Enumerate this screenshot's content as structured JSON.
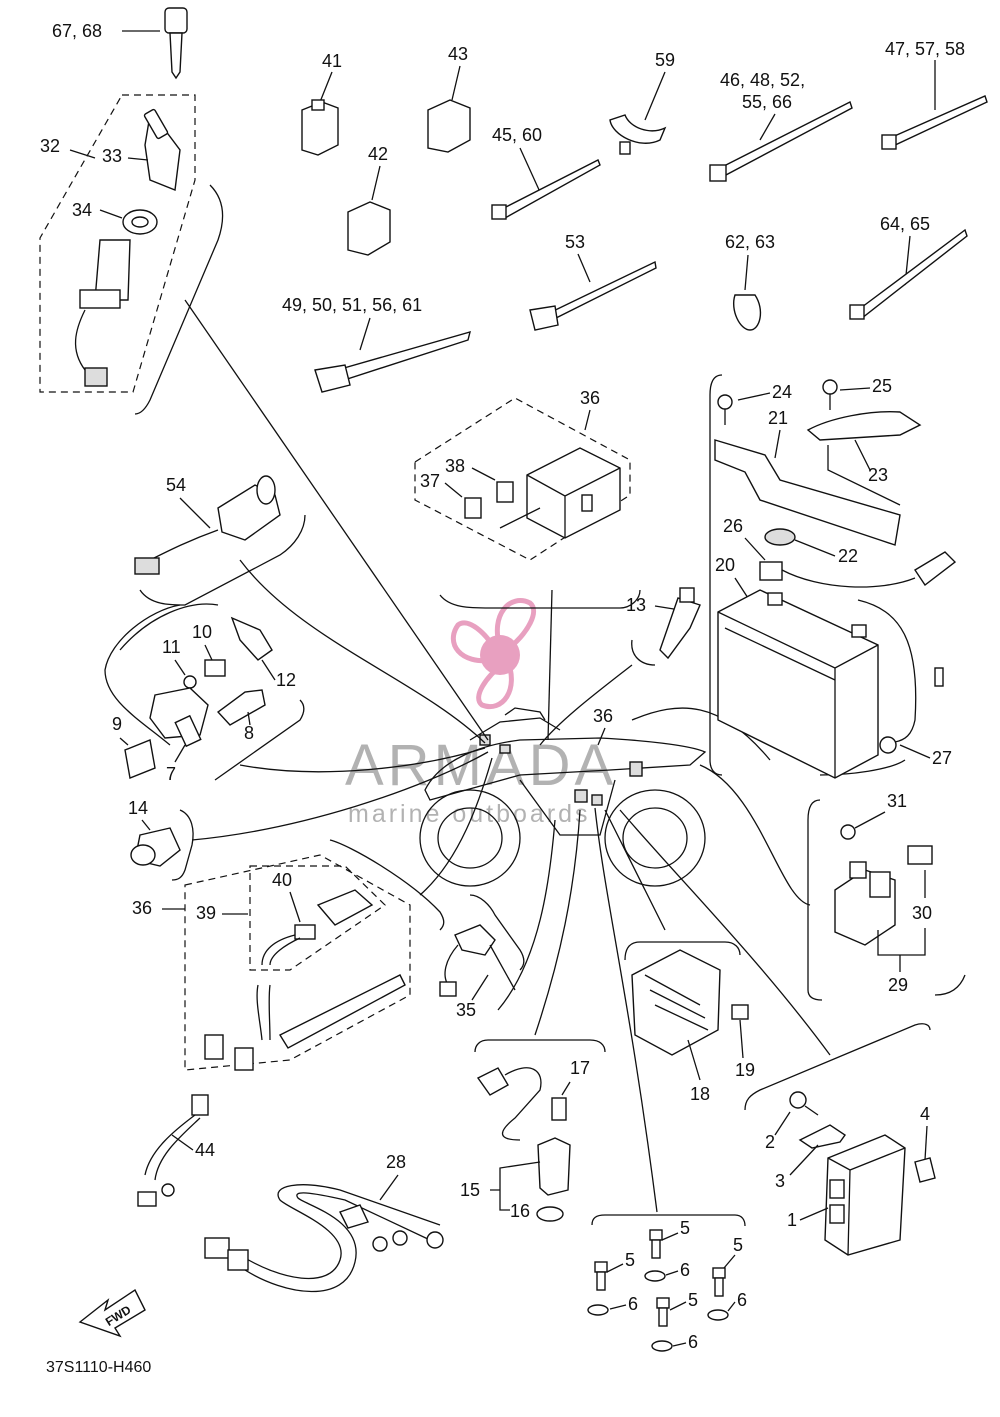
{
  "diagram_code": "37S1110-H460",
  "direction_marker": "FWD",
  "watermark": {
    "brand": "ARMADA",
    "tagline": "marine outboards",
    "logo_icon": "propeller-logo-icon",
    "logo_color": "#e8a0c0"
  },
  "callouts": {
    "c_67_68": "67, 68",
    "c_32": "32",
    "c_33": "33",
    "c_34": "34",
    "c_41": "41",
    "c_42": "42",
    "c_43": "43",
    "c_59": "59",
    "c_45_60": "45, 60",
    "c_46_66": "46, 48, 52,",
    "c_46_66b": "55, 66",
    "c_47_57_58": "47, 57, 58",
    "c_49_61": "49, 50, 51, 56, 61",
    "c_53": "53",
    "c_62_63": "62, 63",
    "c_64_65": "64, 65",
    "c_36a": "36",
    "c_37": "37",
    "c_38": "38",
    "c_24": "24",
    "c_25": "25",
    "c_21": "21",
    "c_23": "23",
    "c_22": "22",
    "c_26": "26",
    "c_20": "20",
    "c_54": "54",
    "c_13": "13",
    "c_10": "10",
    "c_11": "11",
    "c_12": "12",
    "c_9": "9",
    "c_7": "7",
    "c_8": "8",
    "c_36b": "36",
    "c_27": "27",
    "c_14": "14",
    "c_31": "31",
    "c_30": "30",
    "c_29": "29",
    "c_36c": "36",
    "c_39": "39",
    "c_40": "40",
    "c_35": "35",
    "c_19": "19",
    "c_18": "18",
    "c_17": "17",
    "c_15": "15",
    "c_16": "16",
    "c_44": "44",
    "c_28": "28",
    "c_4": "4",
    "c_2": "2",
    "c_3": "3",
    "c_1": "1",
    "c_5a": "5",
    "c_5b": "5",
    "c_5c": "5",
    "c_5d": "5",
    "c_6a": "6",
    "c_6b": "6",
    "c_6c": "6",
    "c_6d": "6"
  }
}
